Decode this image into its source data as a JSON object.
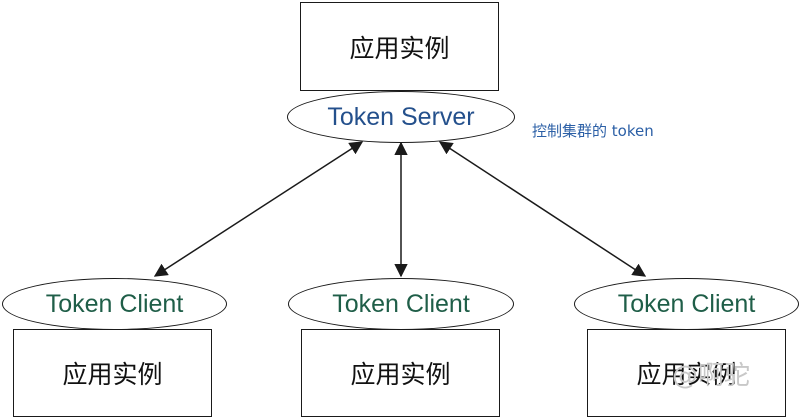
{
  "diagram": {
    "top_instance_label": "应用实例",
    "server_label": "Token Server",
    "server_note": "控制集群的 token",
    "clients": [
      {
        "client_label": "Token Client",
        "instance_label": "应用实例"
      },
      {
        "client_label": "Token Client",
        "instance_label": "应用实例"
      },
      {
        "client_label": "Token Client",
        "instance_label": "应用实例"
      }
    ],
    "watermark": "@啊驼"
  },
  "colors": {
    "server_text": "#24508c",
    "client_text": "#1f5e48",
    "note_text": "#2b5fa6",
    "line": "#1a1a1a"
  }
}
